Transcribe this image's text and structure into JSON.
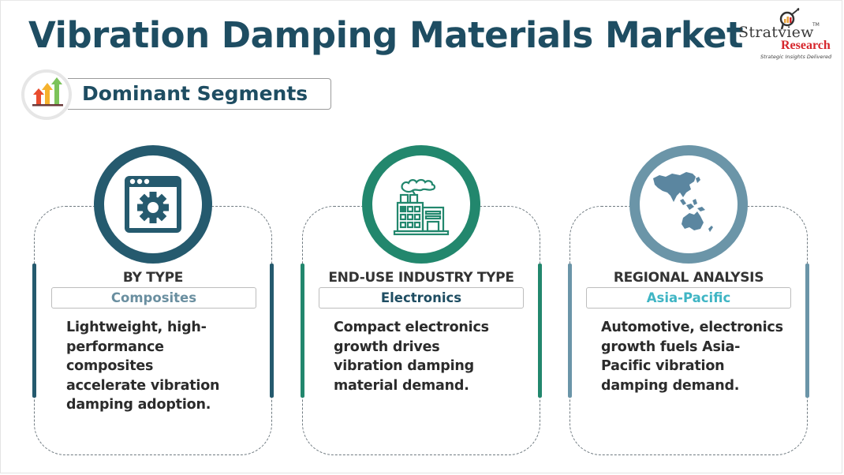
{
  "header": {
    "title": "Vibration Damping Materials Market"
  },
  "logo": {
    "brand": "Stratview",
    "trademark": "TM",
    "sub_brand": "Research",
    "tagline": "Strategic Insights Delivered"
  },
  "section": {
    "label": "Dominant Segments",
    "icon": "growth-arrows-icon"
  },
  "colors": {
    "title": "#1e4d62",
    "card1_accent": "#255a6e",
    "card2_accent": "#22876d",
    "card3_accent": "#6b95a8",
    "card1_value": "#6a8fa0",
    "card2_value": "#1e4d62",
    "card3_value": "#3fb5c4"
  },
  "cards": [
    {
      "icon": "settings-window-icon",
      "heading": "BY TYPE",
      "value": "Composites",
      "description_lines": [
        "Lightweight, high-",
        "performance",
        "composites",
        "accelerate vibration",
        "damping adoption."
      ]
    },
    {
      "icon": "factory-icon",
      "heading": "END-USE INDUSTRY TYPE",
      "value": "Electronics",
      "description_lines": [
        "Compact electronics",
        "growth drives",
        "vibration damping",
        "material demand."
      ]
    },
    {
      "icon": "asia-pacific-map-icon",
      "heading": "REGIONAL ANALYSIS",
      "value": "Asia-Pacific",
      "description_lines": [
        "Automotive, electronics",
        "growth fuels Asia-",
        "Pacific vibration",
        "damping demand."
      ]
    }
  ]
}
